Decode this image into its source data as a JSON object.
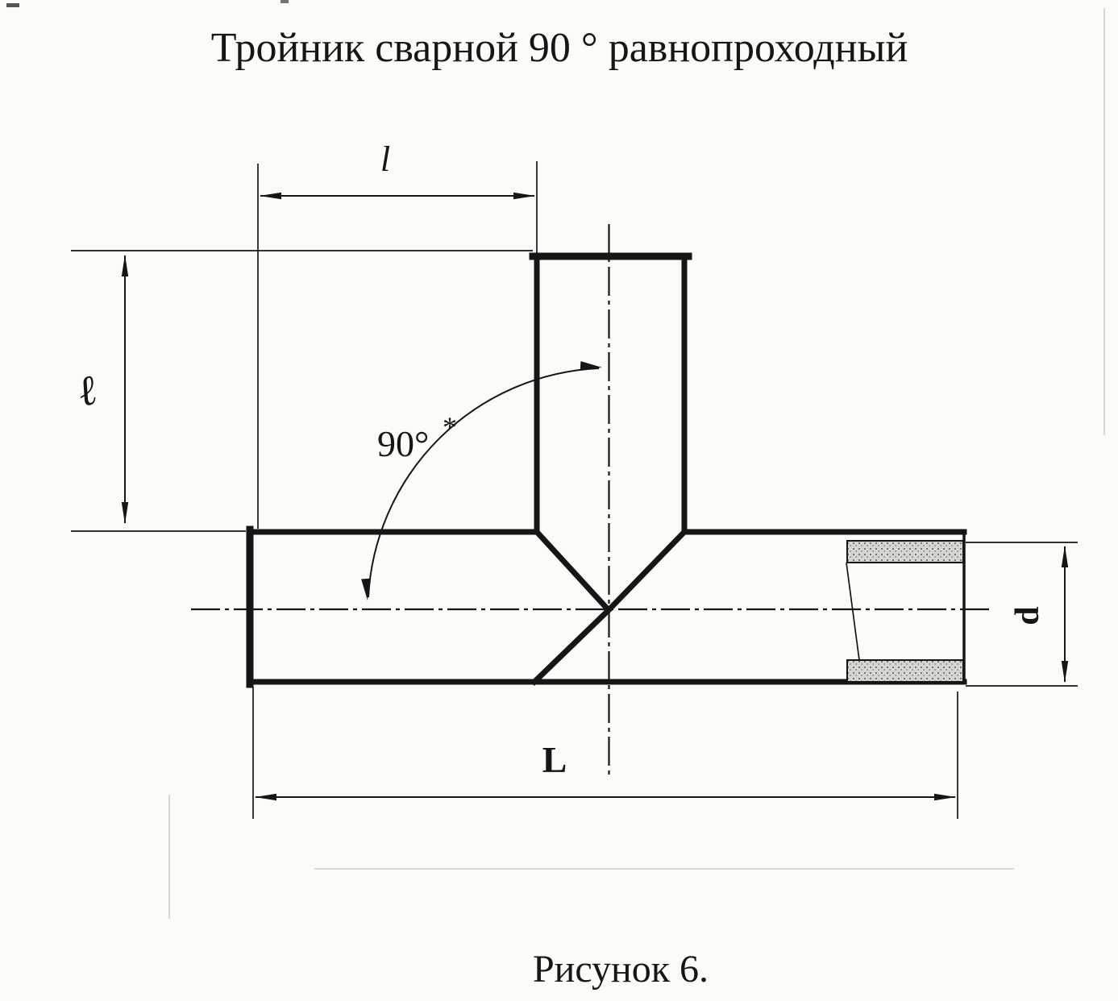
{
  "title": "Тройник сварной 90 ° равнопроходный",
  "caption": "Рисунок 6.",
  "labels": {
    "top_length": "l",
    "branch_height": "ℓ",
    "angle": "90°",
    "angle_note": "*",
    "overall_length": "L",
    "diameter": "d"
  },
  "colors": {
    "ink": "#161616",
    "paper": "#fbfbf8",
    "hatch_fill": "#d6d6d2",
    "hatch_dot": "#6f6f6f"
  }
}
